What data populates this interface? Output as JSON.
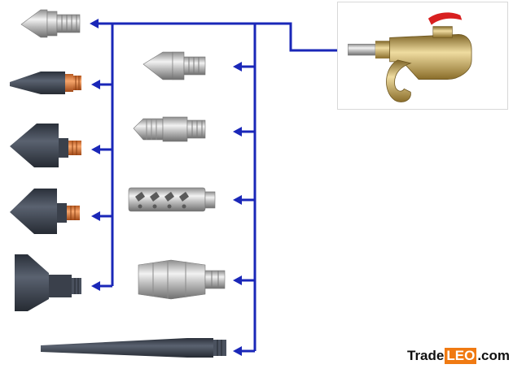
{
  "watermark": {
    "brand_part1": "Trade",
    "brand_part2": "LEO",
    "brand_part3": ".com"
  },
  "colors": {
    "connector_line": "#1a27b8",
    "metal_light": "#e6e6e6",
    "metal_dark": "#8c8c8c",
    "rubber": "#3f4652",
    "copper": "#e07a3a",
    "trigger": "#d81f1f",
    "gun_body": "#b99a45"
  },
  "icons": {
    "blow_gun": "air-blow-gun-icon",
    "left_nozzles": [
      "conical-metal-nozzle-icon",
      "rubber-tip-nozzle-icon",
      "large-rubber-cone-nozzle-icon",
      "rubber-cone-nozzle-icon",
      "flat-fan-nozzle-icon"
    ],
    "middle_nozzles": [
      "short-metal-nozzle-icon",
      "knurled-metal-nozzle-icon",
      "multi-hole-safety-nozzle-icon",
      "silencer-nozzle-icon"
    ],
    "bottom_nozzle": "long-extension-nozzle-icon"
  }
}
